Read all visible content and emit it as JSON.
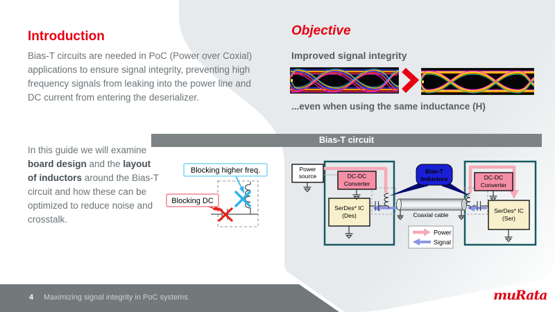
{
  "colors": {
    "accent_red": "#e60012",
    "panel_gray": "#e6eaec",
    "banner_gray": "#7e8386",
    "footer_gray": "#73787b",
    "teal_border": "#155a62",
    "pink_box": "#f48fa6",
    "power_path_pink": "#f5aab8",
    "signal_blue": "#8892e8",
    "serdes_cream": "#f7f0cb",
    "callout_blue": "#1a1fd6"
  },
  "intro": {
    "title": "Introduction",
    "para1": "Bias-T circuits are needed in PoC (Power over Coxial) applications to ensure signal integrity, preventing high frequency signals from leaking into the power line and DC current from entering the deserializer.",
    "para2": [
      {
        "text": "In this guide we will examine "
      },
      {
        "text": "board design",
        "bold": true
      },
      {
        "text": " and the "
      },
      {
        "text": "layout of inductors",
        "bold": true
      },
      {
        "text": " around the Bias-T circuit and how these can be optimized to reduce noise and crosstalk."
      }
    ]
  },
  "objective": {
    "title": "Objective",
    "subtitle": "Improved signal integrity",
    "caption": "...even when using the same inductance (H)"
  },
  "banner": {
    "label": "Bias-T circuit"
  },
  "mini_diagram": {
    "blocking_freq": "Blocking higher freq.",
    "blocking_dc": "Blocking DC"
  },
  "circuit": {
    "power_source": [
      "Power",
      "source"
    ],
    "dcdc_left": [
      "DC-DC",
      "Converter"
    ],
    "dcdc_right": [
      "DC-DC",
      "Converter"
    ],
    "serdes_des": [
      "SerDes* IC",
      "(Des)"
    ],
    "serdes_ser": [
      "SerDes* IC",
      "(Ser)"
    ],
    "bias_t_callout": [
      "Bias-T",
      "Inductors"
    ],
    "coax_label": "Coaxial cable",
    "legend": {
      "power": "Power",
      "signal": "Signal"
    }
  },
  "footer": {
    "page_number": "4",
    "title": "Maximizing signal integrity in PoC systems"
  },
  "brand": {
    "logo": "muRata"
  }
}
